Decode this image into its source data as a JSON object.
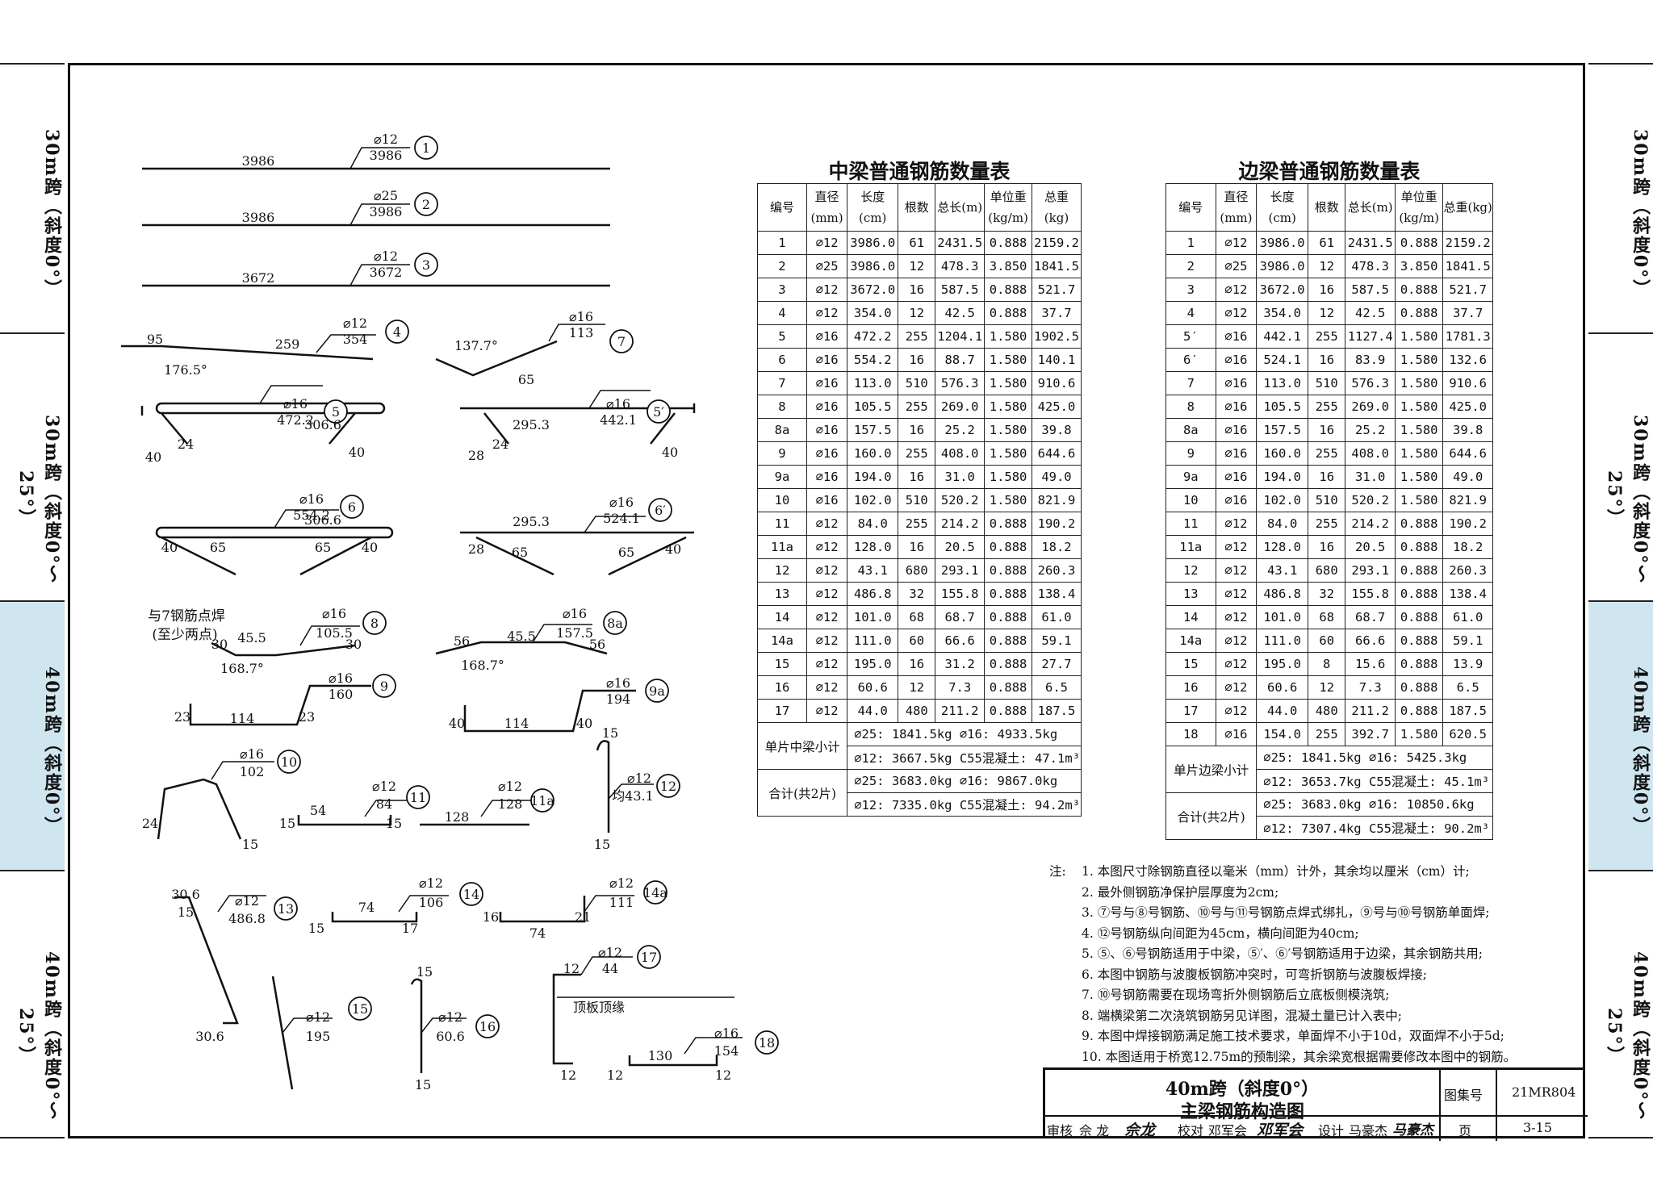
{
  "side_tabs_left": [
    "30m跨（斜度0°）",
    "30m跨（斜度0°～25°）",
    "40m跨（斜度0°）",
    "40m跨（斜度0°～25°）"
  ],
  "side_tabs_right": [
    "30m跨（斜度0°）",
    "30m跨（斜度0°～25°）",
    "40m跨（斜度0°）",
    "40m跨（斜度0°～25°）"
  ],
  "table_headers": [
    "编号",
    "直径(mm)",
    "长度(cm)",
    "根数",
    "总长(m)",
    "单位重(kg/m)",
    "总重(kg)"
  ],
  "mid_table": {
    "title": "中梁普通钢筋数量表",
    "rows": [
      [
        "1",
        "⌀12",
        "3986.0",
        "61",
        "2431.5",
        "0.888",
        "2159.2"
      ],
      [
        "2",
        "⌀25",
        "3986.0",
        "12",
        "478.3",
        "3.850",
        "1841.5"
      ],
      [
        "3",
        "⌀12",
        "3672.0",
        "16",
        "587.5",
        "0.888",
        "521.7"
      ],
      [
        "4",
        "⌀12",
        "354.0",
        "12",
        "42.5",
        "0.888",
        "37.7"
      ],
      [
        "5",
        "⌀16",
        "472.2",
        "255",
        "1204.1",
        "1.580",
        "1902.5"
      ],
      [
        "6",
        "⌀16",
        "554.2",
        "16",
        "88.7",
        "1.580",
        "140.1"
      ],
      [
        "7",
        "⌀16",
        "113.0",
        "510",
        "576.3",
        "1.580",
        "910.6"
      ],
      [
        "8",
        "⌀16",
        "105.5",
        "255",
        "269.0",
        "1.580",
        "425.0"
      ],
      [
        "8a",
        "⌀16",
        "157.5",
        "16",
        "25.2",
        "1.580",
        "39.8"
      ],
      [
        "9",
        "⌀16",
        "160.0",
        "255",
        "408.0",
        "1.580",
        "644.6"
      ],
      [
        "9a",
        "⌀16",
        "194.0",
        "16",
        "31.0",
        "1.580",
        "49.0"
      ],
      [
        "10",
        "⌀16",
        "102.0",
        "510",
        "520.2",
        "1.580",
        "821.9"
      ],
      [
        "11",
        "⌀12",
        "84.0",
        "255",
        "214.2",
        "0.888",
        "190.2"
      ],
      [
        "11a",
        "⌀12",
        "128.0",
        "16",
        "20.5",
        "0.888",
        "18.2"
      ],
      [
        "12",
        "⌀12",
        "43.1",
        "680",
        "293.1",
        "0.888",
        "260.3"
      ],
      [
        "13",
        "⌀12",
        "486.8",
        "32",
        "155.8",
        "0.888",
        "138.4"
      ],
      [
        "14",
        "⌀12",
        "101.0",
        "68",
        "68.7",
        "0.888",
        "61.0"
      ],
      [
        "14a",
        "⌀12",
        "111.0",
        "60",
        "66.6",
        "0.888",
        "59.1"
      ],
      [
        "15",
        "⌀12",
        "195.0",
        "16",
        "31.2",
        "0.888",
        "27.7"
      ],
      [
        "16",
        "⌀12",
        "60.6",
        "12",
        "7.3",
        "0.888",
        "6.5"
      ],
      [
        "17",
        "⌀12",
        "44.0",
        "480",
        "211.2",
        "0.888",
        "187.5"
      ]
    ],
    "sub_label": "单片中梁小计",
    "sub_1": "⌀25: 1841.5kg ⌀16: 4933.5kg",
    "sub_2": "⌀12: 3667.5kg C55混凝土: 47.1m³",
    "tot_label": "合计(共2片)",
    "tot_1": "⌀25: 3683.0kg ⌀16: 9867.0kg",
    "tot_2": "⌀12: 7335.0kg C55混凝土: 94.2m³"
  },
  "edge_table": {
    "title": "边梁普通钢筋数量表",
    "rows": [
      [
        "1",
        "⌀12",
        "3986.0",
        "61",
        "2431.5",
        "0.888",
        "2159.2"
      ],
      [
        "2",
        "⌀25",
        "3986.0",
        "12",
        "478.3",
        "3.850",
        "1841.5"
      ],
      [
        "3",
        "⌀12",
        "3672.0",
        "16",
        "587.5",
        "0.888",
        "521.7"
      ],
      [
        "4",
        "⌀12",
        "354.0",
        "12",
        "42.5",
        "0.888",
        "37.7"
      ],
      [
        "5′",
        "⌀16",
        "442.1",
        "255",
        "1127.4",
        "1.580",
        "1781.3"
      ],
      [
        "6′",
        "⌀16",
        "524.1",
        "16",
        "83.9",
        "1.580",
        "132.6"
      ],
      [
        "7",
        "⌀16",
        "113.0",
        "510",
        "576.3",
        "1.580",
        "910.6"
      ],
      [
        "8",
        "⌀16",
        "105.5",
        "255",
        "269.0",
        "1.580",
        "425.0"
      ],
      [
        "8a",
        "⌀16",
        "157.5",
        "16",
        "25.2",
        "1.580",
        "39.8"
      ],
      [
        "9",
        "⌀16",
        "160.0",
        "255",
        "408.0",
        "1.580",
        "644.6"
      ],
      [
        "9a",
        "⌀16",
        "194.0",
        "16",
        "31.0",
        "1.580",
        "49.0"
      ],
      [
        "10",
        "⌀16",
        "102.0",
        "510",
        "520.2",
        "1.580",
        "821.9"
      ],
      [
        "11",
        "⌀12",
        "84.0",
        "255",
        "214.2",
        "0.888",
        "190.2"
      ],
      [
        "11a",
        "⌀12",
        "128.0",
        "16",
        "20.5",
        "0.888",
        "18.2"
      ],
      [
        "12",
        "⌀12",
        "43.1",
        "680",
        "293.1",
        "0.888",
        "260.3"
      ],
      [
        "13",
        "⌀12",
        "486.8",
        "32",
        "155.8",
        "0.888",
        "138.4"
      ],
      [
        "14",
        "⌀12",
        "101.0",
        "68",
        "68.7",
        "0.888",
        "61.0"
      ],
      [
        "14a",
        "⌀12",
        "111.0",
        "60",
        "66.6",
        "0.888",
        "59.1"
      ],
      [
        "15",
        "⌀12",
        "195.0",
        "8",
        "15.6",
        "0.888",
        "13.9"
      ],
      [
        "16",
        "⌀12",
        "60.6",
        "12",
        "7.3",
        "0.888",
        "6.5"
      ],
      [
        "17",
        "⌀12",
        "44.0",
        "480",
        "211.2",
        "0.888",
        "187.5"
      ],
      [
        "18",
        "⌀16",
        "154.0",
        "255",
        "392.7",
        "1.580",
        "620.5"
      ]
    ],
    "sub_label": "单片边梁小计",
    "sub_1": "⌀25: 1841.5kg ⌀16: 5425.3kg",
    "sub_2": "⌀12: 3653.7kg C55混凝土: 45.1m³",
    "tot_label": "合计(共2片)",
    "tot_1": "⌀25: 3683.0kg ⌀16: 10850.6kg",
    "tot_2": "⌀12: 7307.4kg C55混凝土: 90.2m³"
  },
  "notes": {
    "label": "注:",
    "items": [
      "1. 本图尺寸除钢筋直径以毫米（mm）计外，其余均以厘米（cm）计;",
      "2. 最外侧钢筋净保护层厚度为2cm;",
      "3. ⑦号与⑧号钢筋、⑩号与⑪号钢筋点焊式绑扎，⑨号与⑩号钢筋单面焊;",
      "4. ⑫号钢筋纵向间距为45cm，横向间距为40cm;",
      "5. ⑤、⑥号钢筋适用于中梁，⑤′、⑥′号钢筋适用于边梁，其余钢筋共用;",
      "6. 本图中钢筋与波腹板钢筋冲突时，可弯折钢筋与波腹板焊接;",
      "7. ⑩号钢筋需要在现场弯折外侧钢筋后立底板侧模浇筑;",
      "8. 端横梁第二次浇筑钢筋另见详图，混凝土量已计入表中;",
      "9. 本图中焊接钢筋满足施工技术要求，单面焊不小于10d，双面焊不小于5d;",
      "10. 本图适用于桥宽12.75m的预制梁，其余梁宽根据需要修改本图中的钢筋。"
    ]
  },
  "title_block": {
    "title_line1": "40m跨（斜度0°）",
    "title_line2": "主梁钢筋构造图",
    "atlas_label": "图集号",
    "atlas_no": "21MR804",
    "page_label": "页",
    "page_no": "3-15",
    "sign_row": [
      "审核",
      "佘 龙",
      "佘龙",
      "校对",
      "邓军会",
      "邓军会",
      "设计",
      "马豪杰",
      "马豪杰"
    ]
  },
  "drawing": {
    "annotation_weld_1": "与7钢筋点焊",
    "annotation_weld_2": "(至少两点)",
    "annotation_top_flange": "顶板顶缘"
  }
}
